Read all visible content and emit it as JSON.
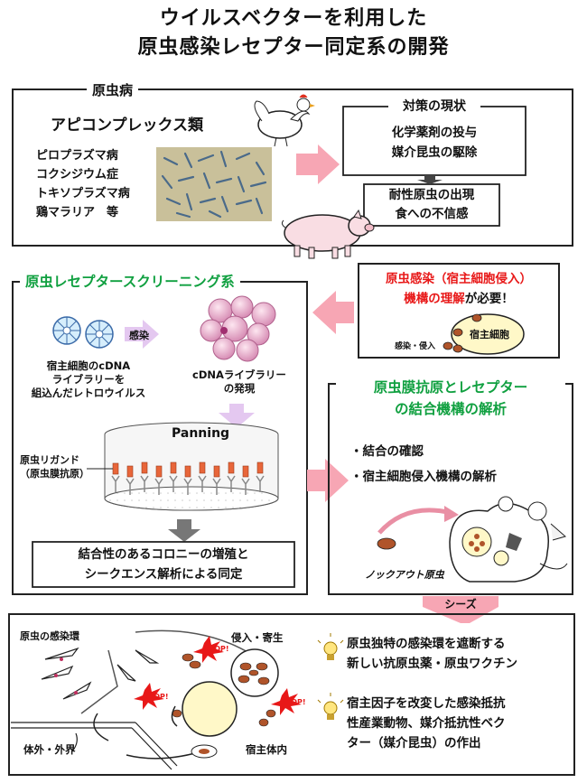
{
  "title": {
    "line1": "ウイルスベクターを利用した",
    "line2": "原虫感染レセプター同定系の開発"
  },
  "section1": {
    "label": "原虫病",
    "apicomplexa": "アピコンプレックス類",
    "diseases": [
      "ピロプラズマ病",
      "コクシジウム症",
      "トキソプラズマ病",
      "鶏マラリア　等"
    ]
  },
  "countermeasures": {
    "header": "対策の現状",
    "line1": "化学薬剤の投与",
    "line2": "媒介昆虫の駆除",
    "problem1": "耐性原虫の出現",
    "problem2": "食への不信感"
  },
  "need_box": {
    "line1": "原虫感染（宿主細胞侵入）",
    "line2a": "機構の理解",
    "line2b": "が必要！",
    "host_cell": "宿主細胞",
    "infection_label": "感染・侵入"
  },
  "screening": {
    "header": "原虫レセプタースクリーニング系",
    "infection": "感染",
    "virus_caption": [
      "宿主細胞のcDNA",
      "ライブラリーを",
      "組込んだレトロウイルス"
    ],
    "expression_caption": [
      "cDNAライブラリー",
      "の発現"
    ],
    "panning": "Panning",
    "ligand": [
      "原虫リガンド",
      "（原虫膜抗原）"
    ],
    "result": [
      "結合性のあるコロニーの増殖と",
      "シークエンス解析による同定"
    ]
  },
  "analysis": {
    "header1": "原虫膜抗原とレセプター",
    "header2": "の結合機構の解析",
    "items": [
      "・結合の確認",
      "・宿主細胞侵入機構の解析"
    ],
    "knockout": "ノックアウト原虫"
  },
  "seeds_label": "シーズ",
  "bottom": {
    "cycle": "原虫の感染環",
    "invasion": "侵入・寄生",
    "stop": "STOP!",
    "outside": "体外・外界",
    "inside": "宿主体内",
    "outcome1": [
      "原虫独特の感染環を遮断する",
      "新しい抗原虫薬・原虫ワクチン"
    ],
    "outcome2": [
      "宿主因子を改変した感染抵抗",
      "性産業動物、媒介抵抗性ベク",
      "ター（媒介昆虫）の作出"
    ]
  },
  "colors": {
    "arrow_pink": "#f7a6b4",
    "heading_green": "#10a040",
    "alert_red": "#e81818",
    "cell_yellow": "#fff8c8",
    "parasite_brown": "#b0542a"
  }
}
